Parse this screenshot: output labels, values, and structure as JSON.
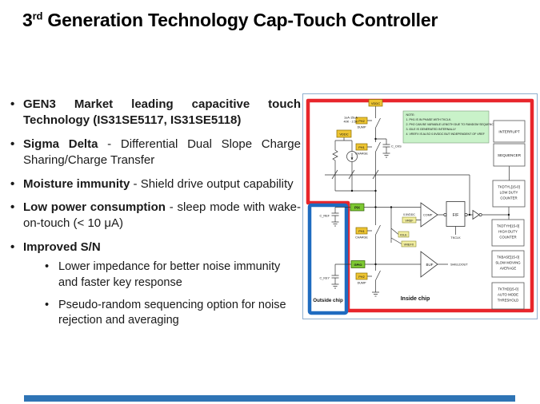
{
  "title": {
    "number": "3",
    "ordinal": "rd",
    "rest": " Generation Technology Cap-Touch Controller"
  },
  "bullets": [
    {
      "bold": "GEN3 Market leading capacitive touch Technology (IS31SE5117, IS31SE5118)",
      "regular": ""
    },
    {
      "bold": "Sigma Delta",
      "regular": " - Differential Dual Slope Charge Sharing/Charge Transfer"
    },
    {
      "bold": "Moisture immunity",
      "regular": " - Shield drive output capability"
    },
    {
      "bold": "Low power consumption",
      "regular": " - sleep mode with wake-on-touch (< 10 μA)"
    },
    {
      "bold": "Improved S/N",
      "regular": "",
      "sub": [
        "Lower impedance for better noise immunity and faster key response",
        "Pseudo-random sequencing option for noise rejection and averaging"
      ]
    }
  ],
  "diagram": {
    "labels": {
      "vddc": "VDDC",
      "ph2": "PH2",
      "dump": "DUMP",
      "ph1": "PH1",
      "charge": "CHARGE",
      "current_range": "1uA-15uA",
      "resistor_range": "40K - 2.5K",
      "c_cks": "C_CKS",
      "c_ref": "C_REF",
      "c_key": "C_KEY",
      "pix": "PIX",
      "gpio": "GPIO",
      "half_vddc": "0.5VDDC",
      "vref": "VREF",
      "idle": "IDLE",
      "vrefx": "VREFX",
      "comp": "COMP",
      "ff": "F/F",
      "tkclk": "TKCLK",
      "buf": "BUF",
      "shieldout": "SHIELDOUT",
      "outside_chip": "Outside chip",
      "inside_chip": "Inside chip"
    },
    "note_lines": [
      "NOTE:",
      "1. PH1 IS IN PHASE WITH TKCLK.",
      "2. PH2 CAN BE VARIABLE LENGTH DUE TO RANDOM SEQUENCE",
      "3. IDLE IS GENERATED INTERNALLY",
      "4. VREFX IS ALSO 0.5VDDC BUT INDEPENDENT OF VREF"
    ],
    "right_boxes": [
      {
        "lines": [
          "INTERRUPT"
        ]
      },
      {
        "lines": [
          "SEQUENCER"
        ]
      },
      {
        "lines": [
          "TKDTYL[15-0]",
          "LOW DUTY",
          "COUNTER"
        ]
      },
      {
        "lines": [
          "TKDTYH[15-0]",
          "HIGH DUTY",
          "COUNTER"
        ]
      },
      {
        "lines": [
          "TKBASE[15-0]",
          "SLOW MOVING",
          "AVERAGE"
        ]
      },
      {
        "lines": [
          "TKTHD[15-0]",
          "AUTO MODE",
          "THRESHOLD"
        ]
      }
    ]
  },
  "colors": {
    "inside_border": "#e8262c",
    "outside_border": "#1e6bc0",
    "accent_bar": "#2e74b5",
    "yellow_box": "#edc431",
    "pale_yellow_box": "#f2eea0",
    "green_box": "#7dc832",
    "note_bg": "#c9f2c9"
  }
}
